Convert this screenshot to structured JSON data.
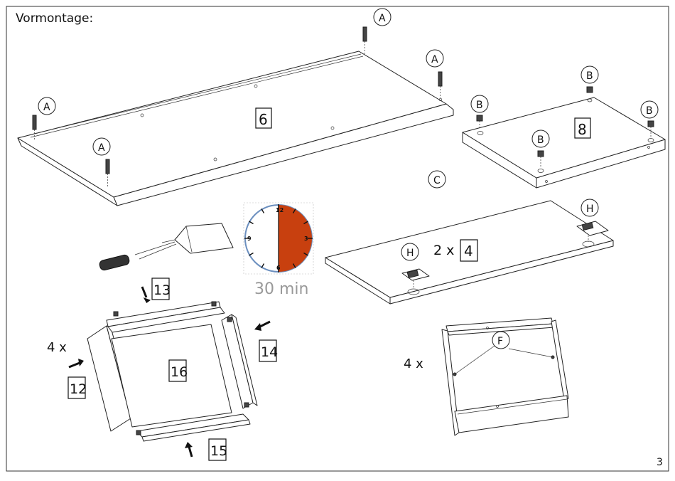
{
  "heading": "Vormontage:",
  "page_number": "3",
  "letters": {
    "a": "A",
    "b": "B",
    "c": "C",
    "f": "F",
    "h": "H"
  },
  "parts": {
    "p6": "6",
    "p8": "8",
    "p4": "4",
    "p12": "12",
    "p13": "13",
    "p14": "14",
    "p15": "15",
    "p16": "16"
  },
  "qty": {
    "times2": "2 x",
    "times4": "4 x"
  },
  "timer": {
    "label": "30 min",
    "tick12": "12",
    "tick3": "3",
    "tick6": "6",
    "tick9": "9",
    "fill_color": "#c8400f",
    "ring_color": "#6b8fbf",
    "elapsed_fraction": 0.5
  },
  "colors": {
    "line": "#222222",
    "label_gray": "#999999"
  }
}
